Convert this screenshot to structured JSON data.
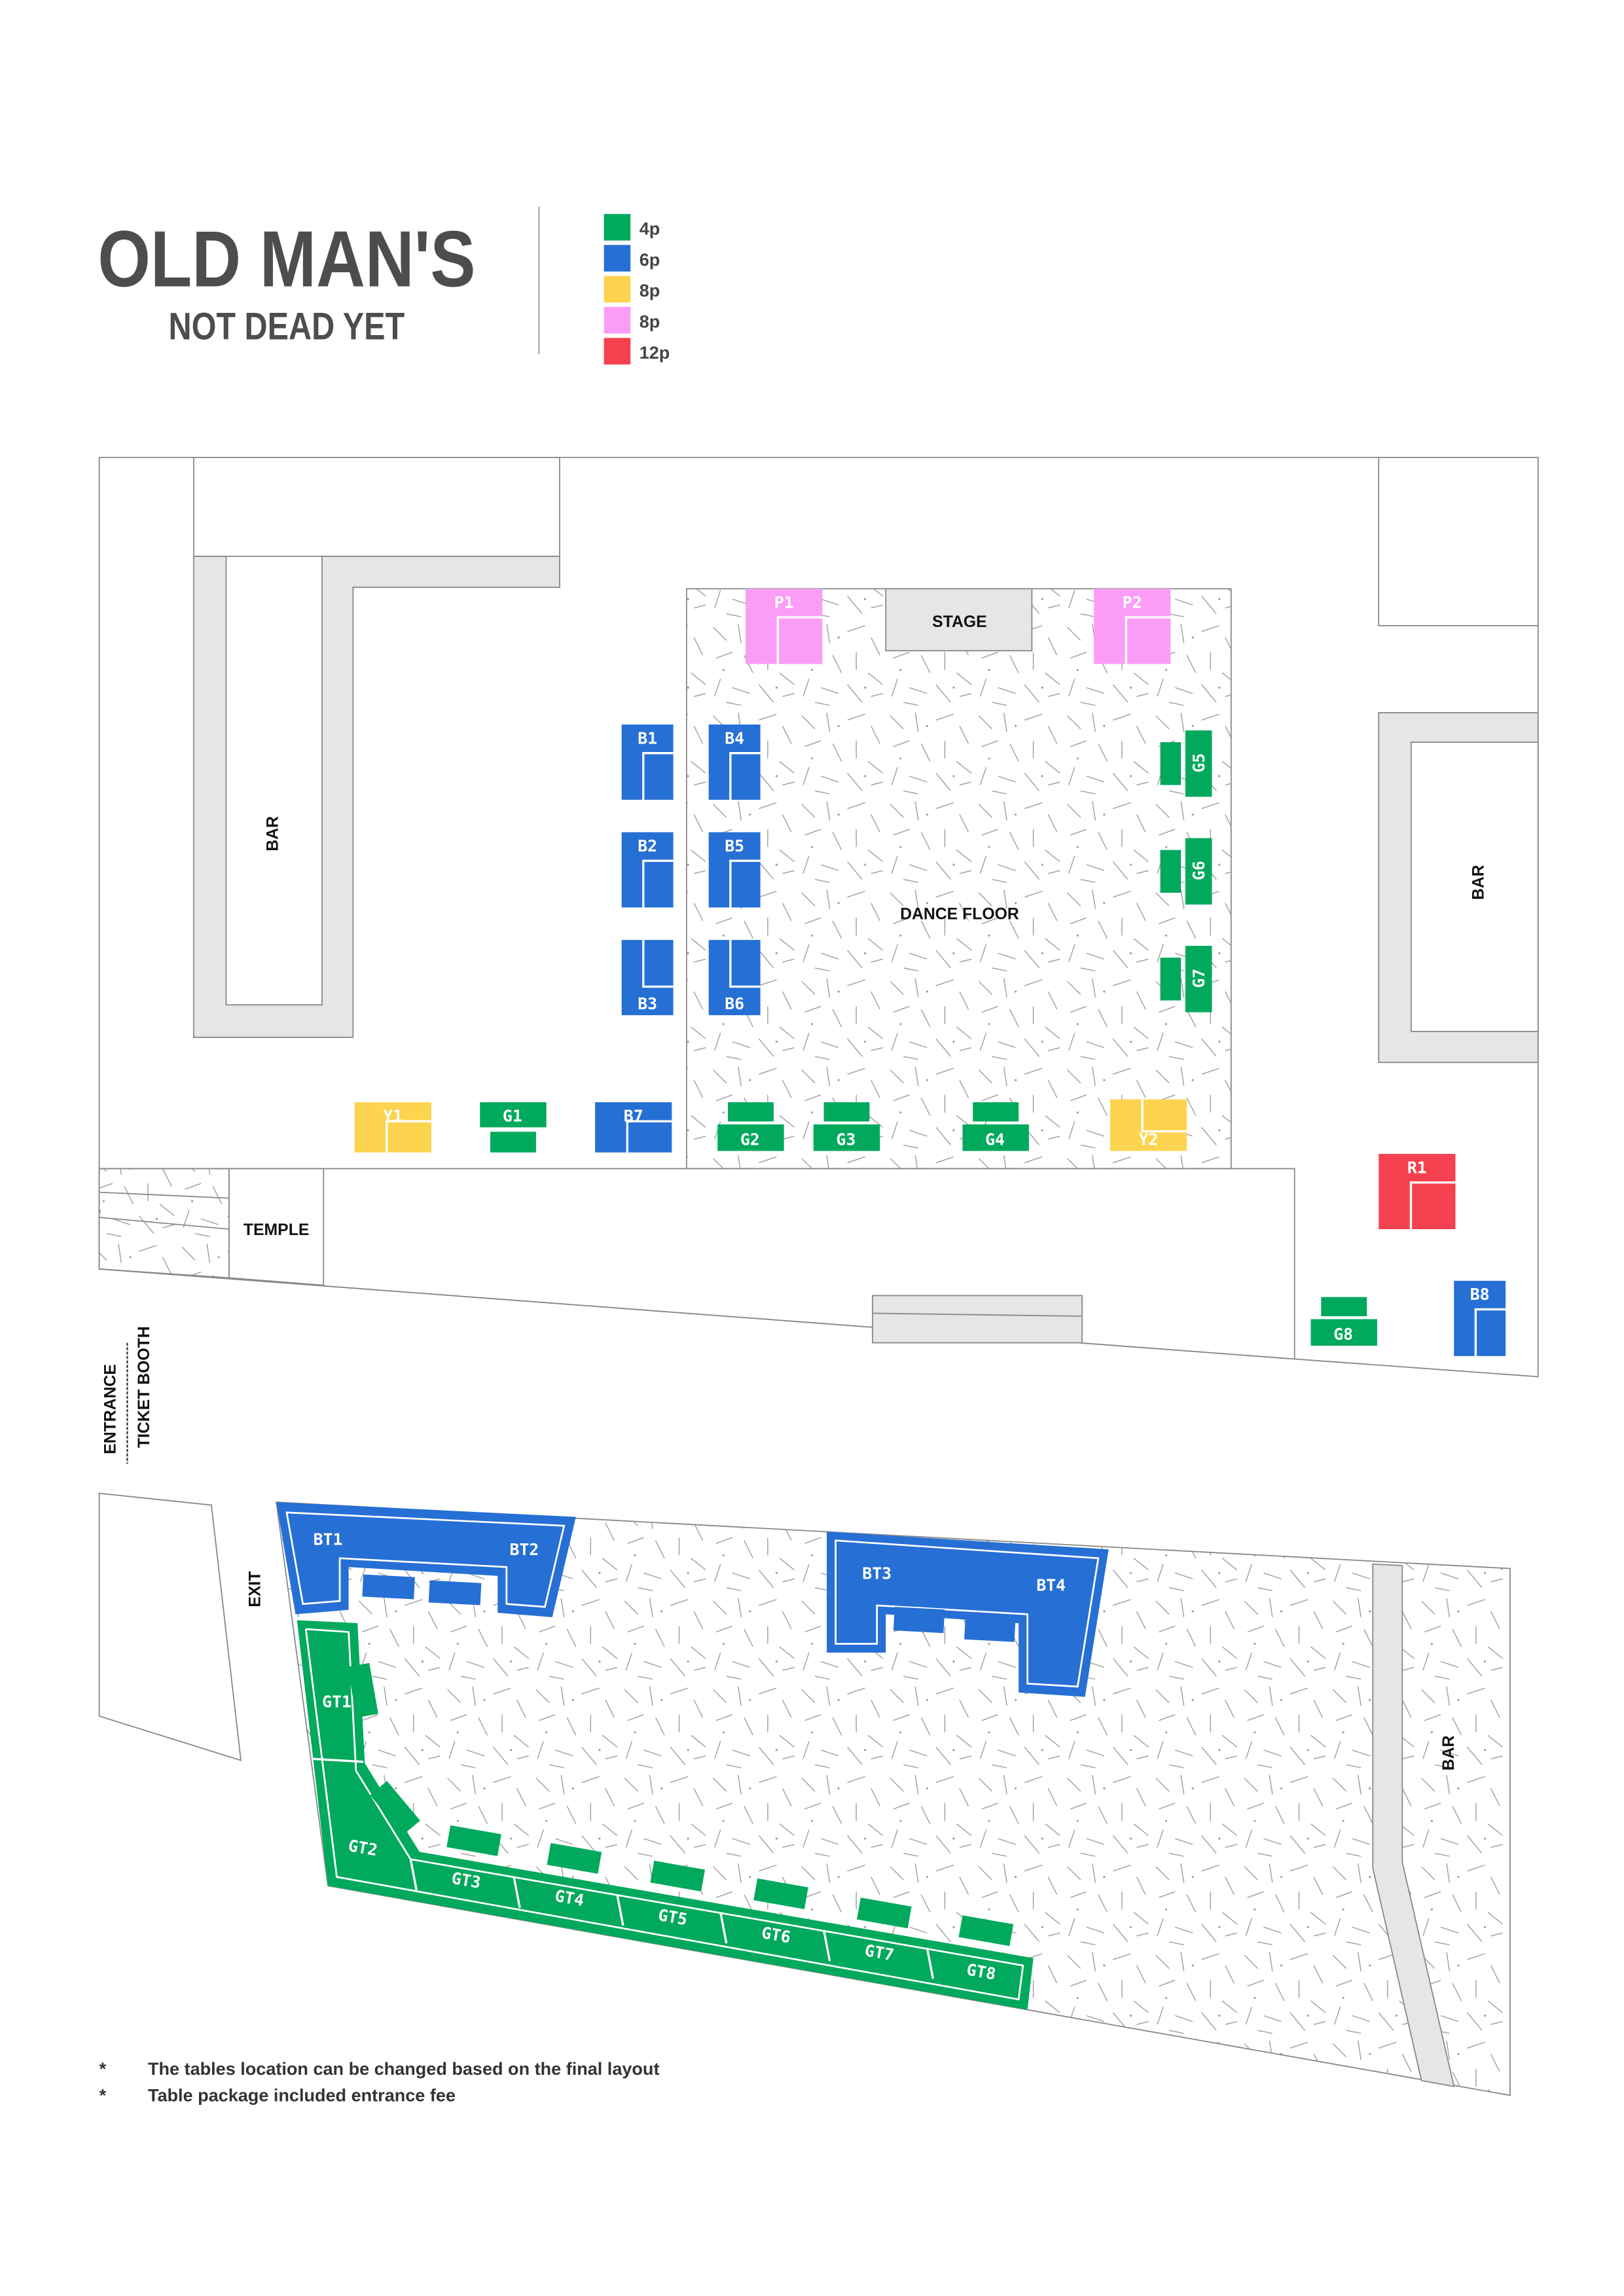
{
  "logo": {
    "line1": "OLD MAN'S",
    "line2": "NOT DEAD YET"
  },
  "colors": {
    "green": "#00A95C",
    "blue": "#266FD5",
    "yellow": "#FDD44F",
    "pink": "#FB9DF7",
    "red": "#F5414F"
  },
  "legend": [
    {
      "label": "4p",
      "color": "#00A95C"
    },
    {
      "label": "6p",
      "color": "#266FD5"
    },
    {
      "label": "8p",
      "color": "#FDD44F"
    },
    {
      "label": "8p",
      "color": "#FB9DF7"
    },
    {
      "label": "12p",
      "color": "#F5414F"
    }
  ],
  "areas": {
    "stage": "STAGE",
    "dance_floor": "DANCE FLOOR",
    "bar_left": "BAR",
    "bar_right": "BAR",
    "bar_bottom": "BAR",
    "temple": "TEMPLE",
    "entrance": "ENTRANCE",
    "ticket_booth": "TICKET BOOTH",
    "exit": "EXIT"
  },
  "tables": {
    "P1": "P1",
    "P2": "P2",
    "B1": "B1",
    "B2": "B2",
    "B3": "B3",
    "B4": "B4",
    "B5": "B5",
    "B6": "B6",
    "B7": "B7",
    "B8": "B8",
    "G1": "G1",
    "G2": "G2",
    "G3": "G3",
    "G4": "G4",
    "G5": "G5",
    "G6": "G6",
    "G7": "G7",
    "G8": "G8",
    "Y1": "Y1",
    "Y2": "Y2",
    "R1": "R1",
    "BT1": "BT1",
    "BT2": "BT2",
    "BT3": "BT3",
    "BT4": "BT4",
    "GT1": "GT1",
    "GT2": "GT2",
    "GT3": "GT3",
    "GT4": "GT4",
    "GT5": "GT5",
    "GT6": "GT6",
    "GT7": "GT7",
    "GT8": "GT8"
  },
  "notes": [
    {
      "mark": "*",
      "text": "The tables location can be changed based on the final layout"
    },
    {
      "mark": "*",
      "text": "Table package included entrance fee"
    }
  ]
}
